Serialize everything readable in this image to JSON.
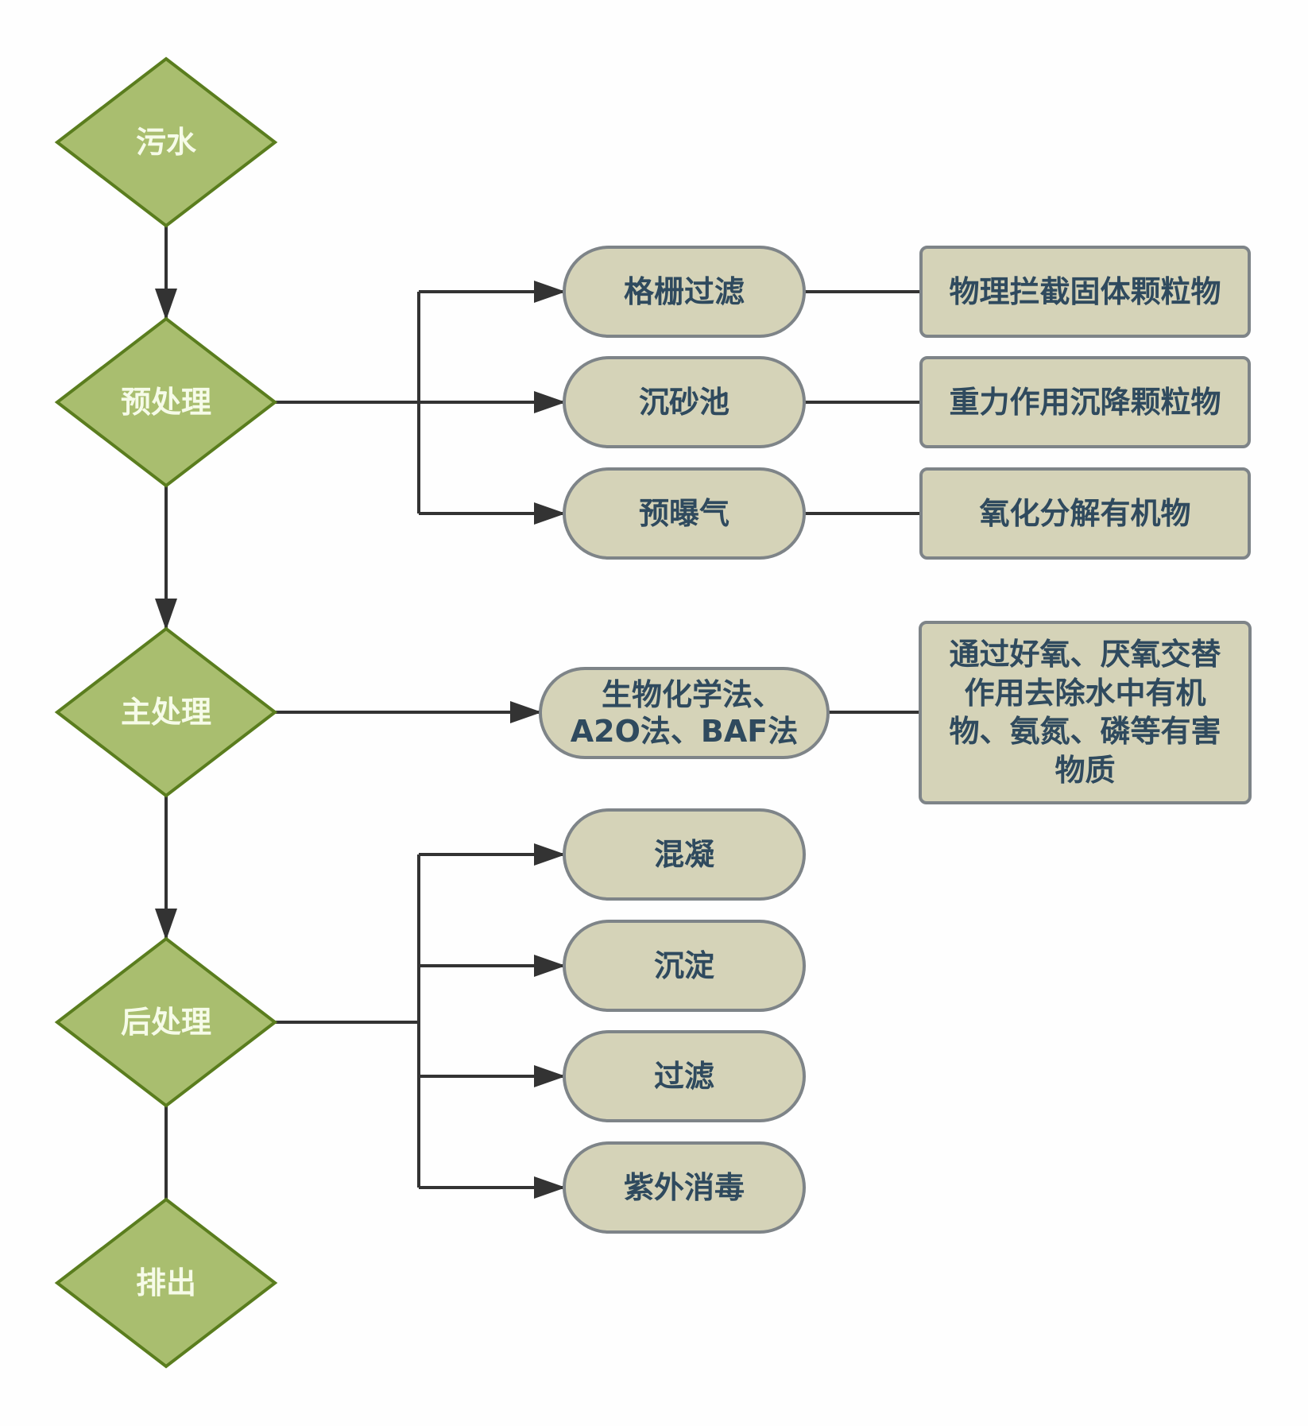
{
  "colors": {
    "diamond_fill": "#a9be6f",
    "diamond_stroke": "#5a7d1e",
    "box_fill": "#d5d3b8",
    "box_stroke": "#7e8488",
    "box_text": "#2f4a5e",
    "diamond_text": "#f6fbe8",
    "line": "#333333"
  },
  "stages": [
    {
      "id": "sewage",
      "label": "污水"
    },
    {
      "id": "pre",
      "label": "预处理"
    },
    {
      "id": "main",
      "label": "主处理"
    },
    {
      "id": "post",
      "label": "后处理"
    },
    {
      "id": "discharge",
      "label": "排出"
    }
  ],
  "pre_treatment": [
    {
      "step": "格栅过滤",
      "desc": "物理拦截固体颗粒物"
    },
    {
      "step": "沉砂池",
      "desc": "重力作用沉降颗粒物"
    },
    {
      "step": "预曝气",
      "desc": "氧化分解有机物"
    }
  ],
  "main_treatment": {
    "step_lines": [
      "生物化学法、",
      "A2O法、BAF法"
    ],
    "desc_lines": [
      "通过好氧、厌氧交替",
      "作用去除水中有机",
      "物、氨氮、磷等有害",
      "物质"
    ]
  },
  "post_treatment": [
    {
      "step": "混凝"
    },
    {
      "step": "沉淀"
    },
    {
      "step": "过滤"
    },
    {
      "step": "紫外消毒"
    }
  ]
}
